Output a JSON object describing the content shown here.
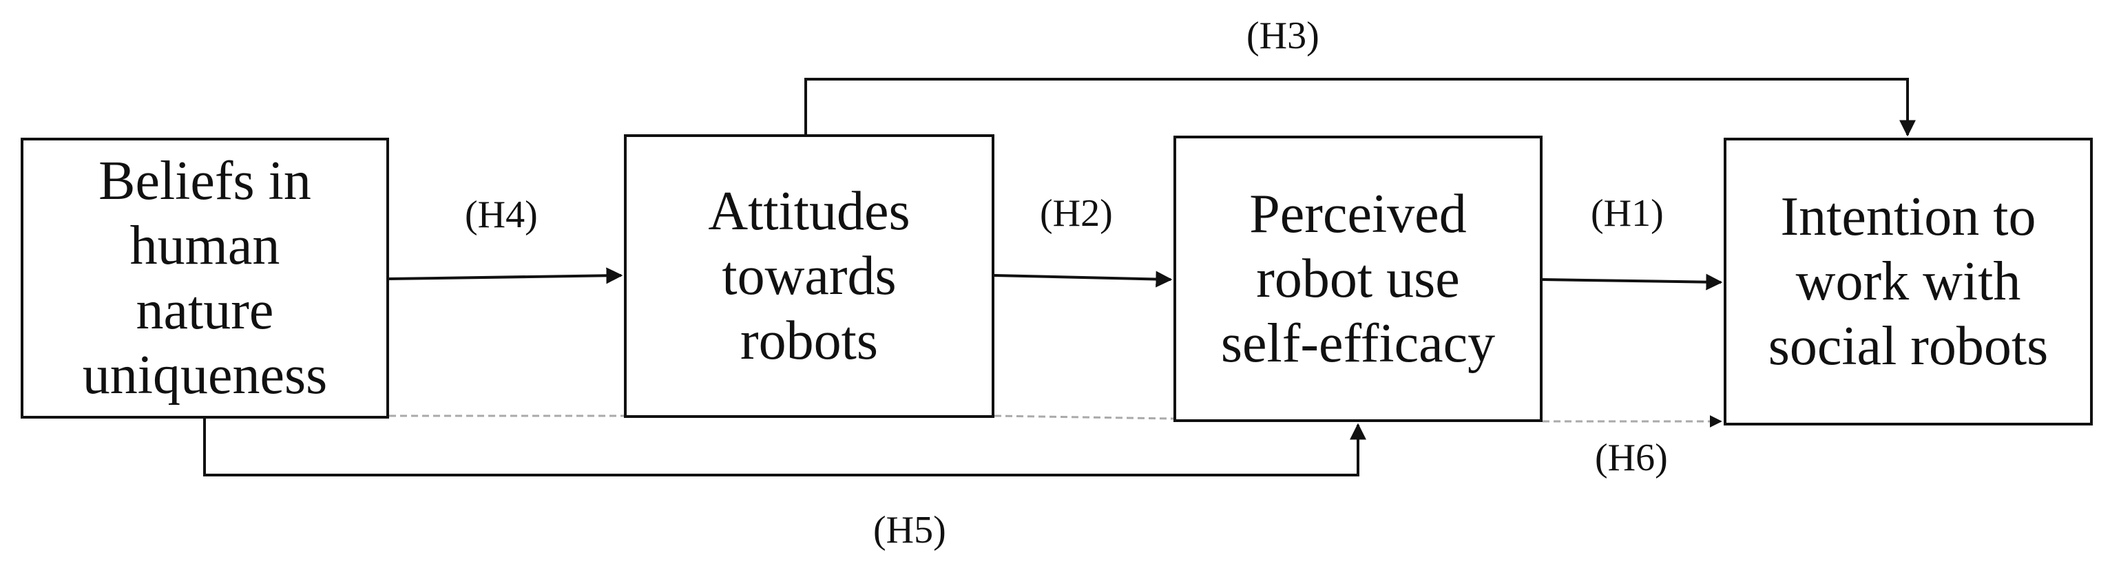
{
  "boxes": {
    "beliefs": "Beliefs in\nhuman\nnature\nuniqueness",
    "attitudes": "Attitudes\ntowards\nrobots",
    "perceived": "Perceived\nrobot use\nself-efficacy",
    "intention": "Intention to\nwork with\nsocial robots"
  },
  "hypotheses": {
    "h1": "(H1)",
    "h2": "(H2)",
    "h3": "(H3)",
    "h4": "(H4)",
    "h5": "(H5)",
    "h6": "(H6)"
  },
  "colors": {
    "line": "#111111",
    "dashed_line": "#aaaaaa"
  }
}
